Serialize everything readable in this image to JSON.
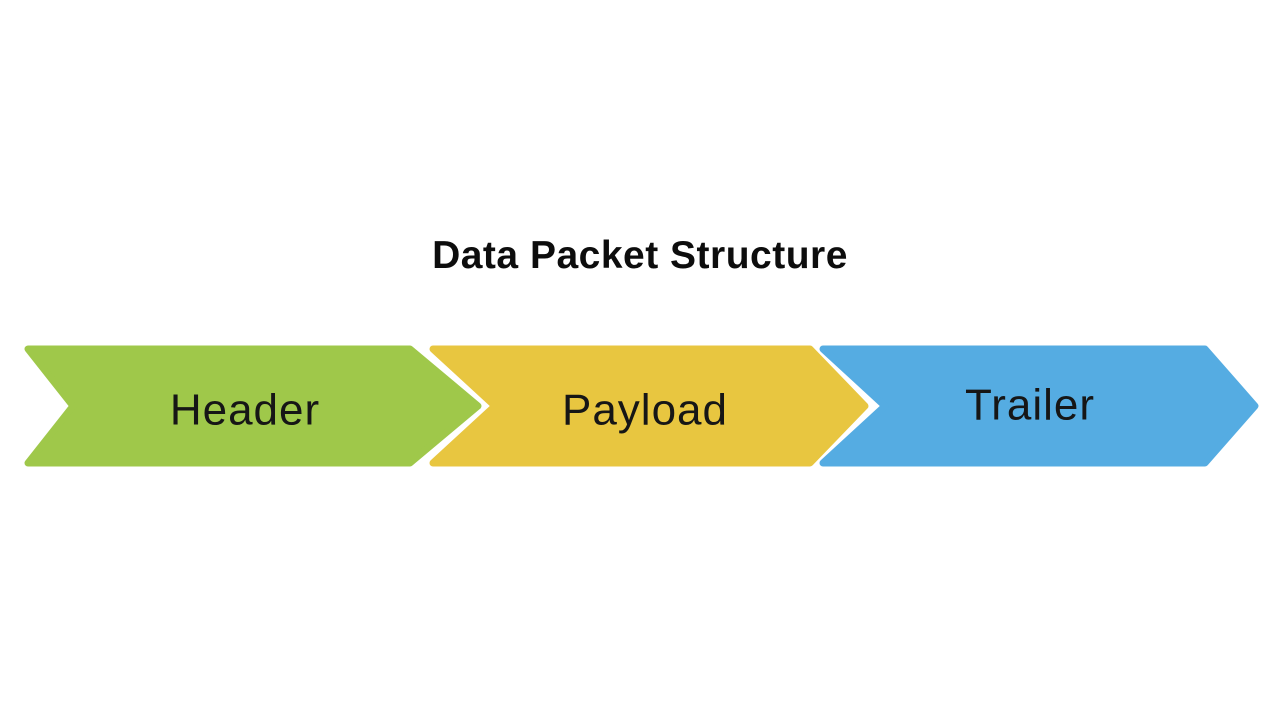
{
  "title": "Data Packet Structure",
  "text_color": "#161616",
  "diagram": {
    "type": "chevron-process",
    "segments": [
      {
        "label": "Header",
        "color": "#9fc84a"
      },
      {
        "label": "Payload",
        "color": "#e8c640"
      },
      {
        "label": "Trailer",
        "color": "#55ace2"
      }
    ]
  }
}
